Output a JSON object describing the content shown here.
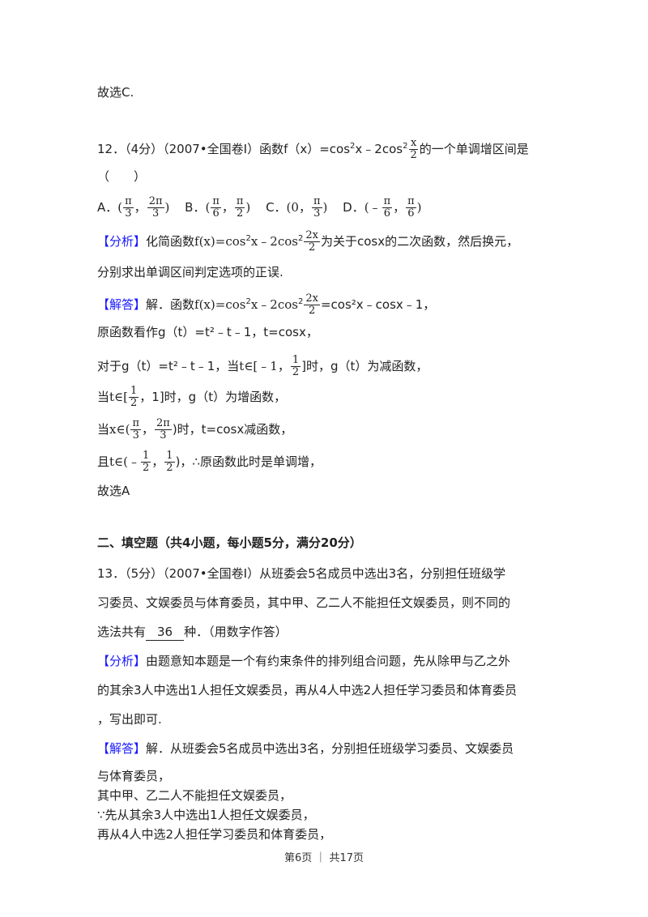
{
  "prev_answer": "故选C.",
  "q12": {
    "stem_prefix": "12．（4分）（2007•全国卷Ⅰ）函数f（x）=cos",
    "stem_mid": "x﹣2cos",
    "stem_suffix": "的一个单调增区间是",
    "frac_num": "x",
    "frac_den": "2",
    "paren": "（　　）",
    "options": [
      {
        "label": "A．",
        "left": "(",
        "a_num": "π",
        "a_den": "3",
        "sep": "，",
        "b_num": "2π",
        "b_den": "3",
        "right": ")"
      },
      {
        "label": "B．",
        "left": "(",
        "a_num": "π",
        "a_den": "6",
        "sep": "，",
        "b_num": "π",
        "b_den": "2",
        "right": ")"
      },
      {
        "label": "C．",
        "left": "(0，",
        "b_num": "π",
        "b_den": "3",
        "right": ")"
      },
      {
        "label": "D．",
        "left": "(﹣",
        "a_num": "π",
        "a_den": "6",
        "sep": "，",
        "b_num": "π",
        "b_den": "6",
        "right": ")"
      }
    ],
    "analysis_tag": "【分析】",
    "analysis_1a": "化简函数",
    "analysis_1b": "f(x)=cos",
    "analysis_1c": "x﹣2cos",
    "analysis_1d": "为关于cosx的二次函数，然后换元，",
    "analysis_frac_num": "2x",
    "analysis_frac_den": "2",
    "analysis_2": "分别求出单调区间判定选项的正误.",
    "solution_tag": "【解答】",
    "sol_1a": "解．函数",
    "sol_1b": "f(x)=cos",
    "sol_1c": "x﹣2cos",
    "sol_1d": "=cos²x﹣cosx﹣1，",
    "sol_2": "原函数看作g（t）=t²﹣t﹣1，t=cosx，",
    "sol_3a": "对于g（t）=t²﹣t﹣1，当",
    "sol_3b": "t∈[﹣1，",
    "sol_3c": "]时，g（t）为减函数，",
    "sol_4a": "当",
    "sol_4b": "t∈[",
    "sol_4c": "，1]时，g（t）为增函数，",
    "sol_5a": "当",
    "sol_5b": "x∈(",
    "sol_5c": ")时，t=cosx减函数，",
    "sol_6a": "且",
    "sol_6b": "t∈(﹣",
    "sol_6c": ")，∴原函数此时是单调增，",
    "sol_7": "故选A"
  },
  "section2": {
    "title": "二、填空题（共4小题，每小题5分，满分20分）"
  },
  "q13": {
    "stem_1": "13．（5分）（2007•全国卷Ⅰ）从班委会5名成员中选出3名，分别担任班级学",
    "stem_2": "习委员、文娱委员与体育委员，其中甲、乙二人不能担任文娱委员，则不同的",
    "stem_3a": "选法共有",
    "answer": "36",
    "stem_3b": "种．（用数字作答）",
    "analysis_tag": "【分析】",
    "analysis_1": "由题意知本题是一个有约束条件的排列组合问题，先从除甲与乙之外",
    "analysis_2": "的其余3人中选出1人担任文娱委员，再从4人中选2人担任学习委员和体育委员",
    "analysis_3": "，写出即可.",
    "solution_tag": "【解答】",
    "sol_1": "解．从班委会5名成员中选出3名，分别担任班级学习委员、文娱委员",
    "sol_2": "与体育委员，",
    "sol_3": "其中甲、乙二人不能担任文娱委员，",
    "sol_4": "∵先从其余3人中选出1人担任文娱委员，",
    "sol_5": "再从4人中选2人担任学习委员和体育委员，"
  },
  "footer": {
    "page": "第6页 ｜ 共17页"
  }
}
